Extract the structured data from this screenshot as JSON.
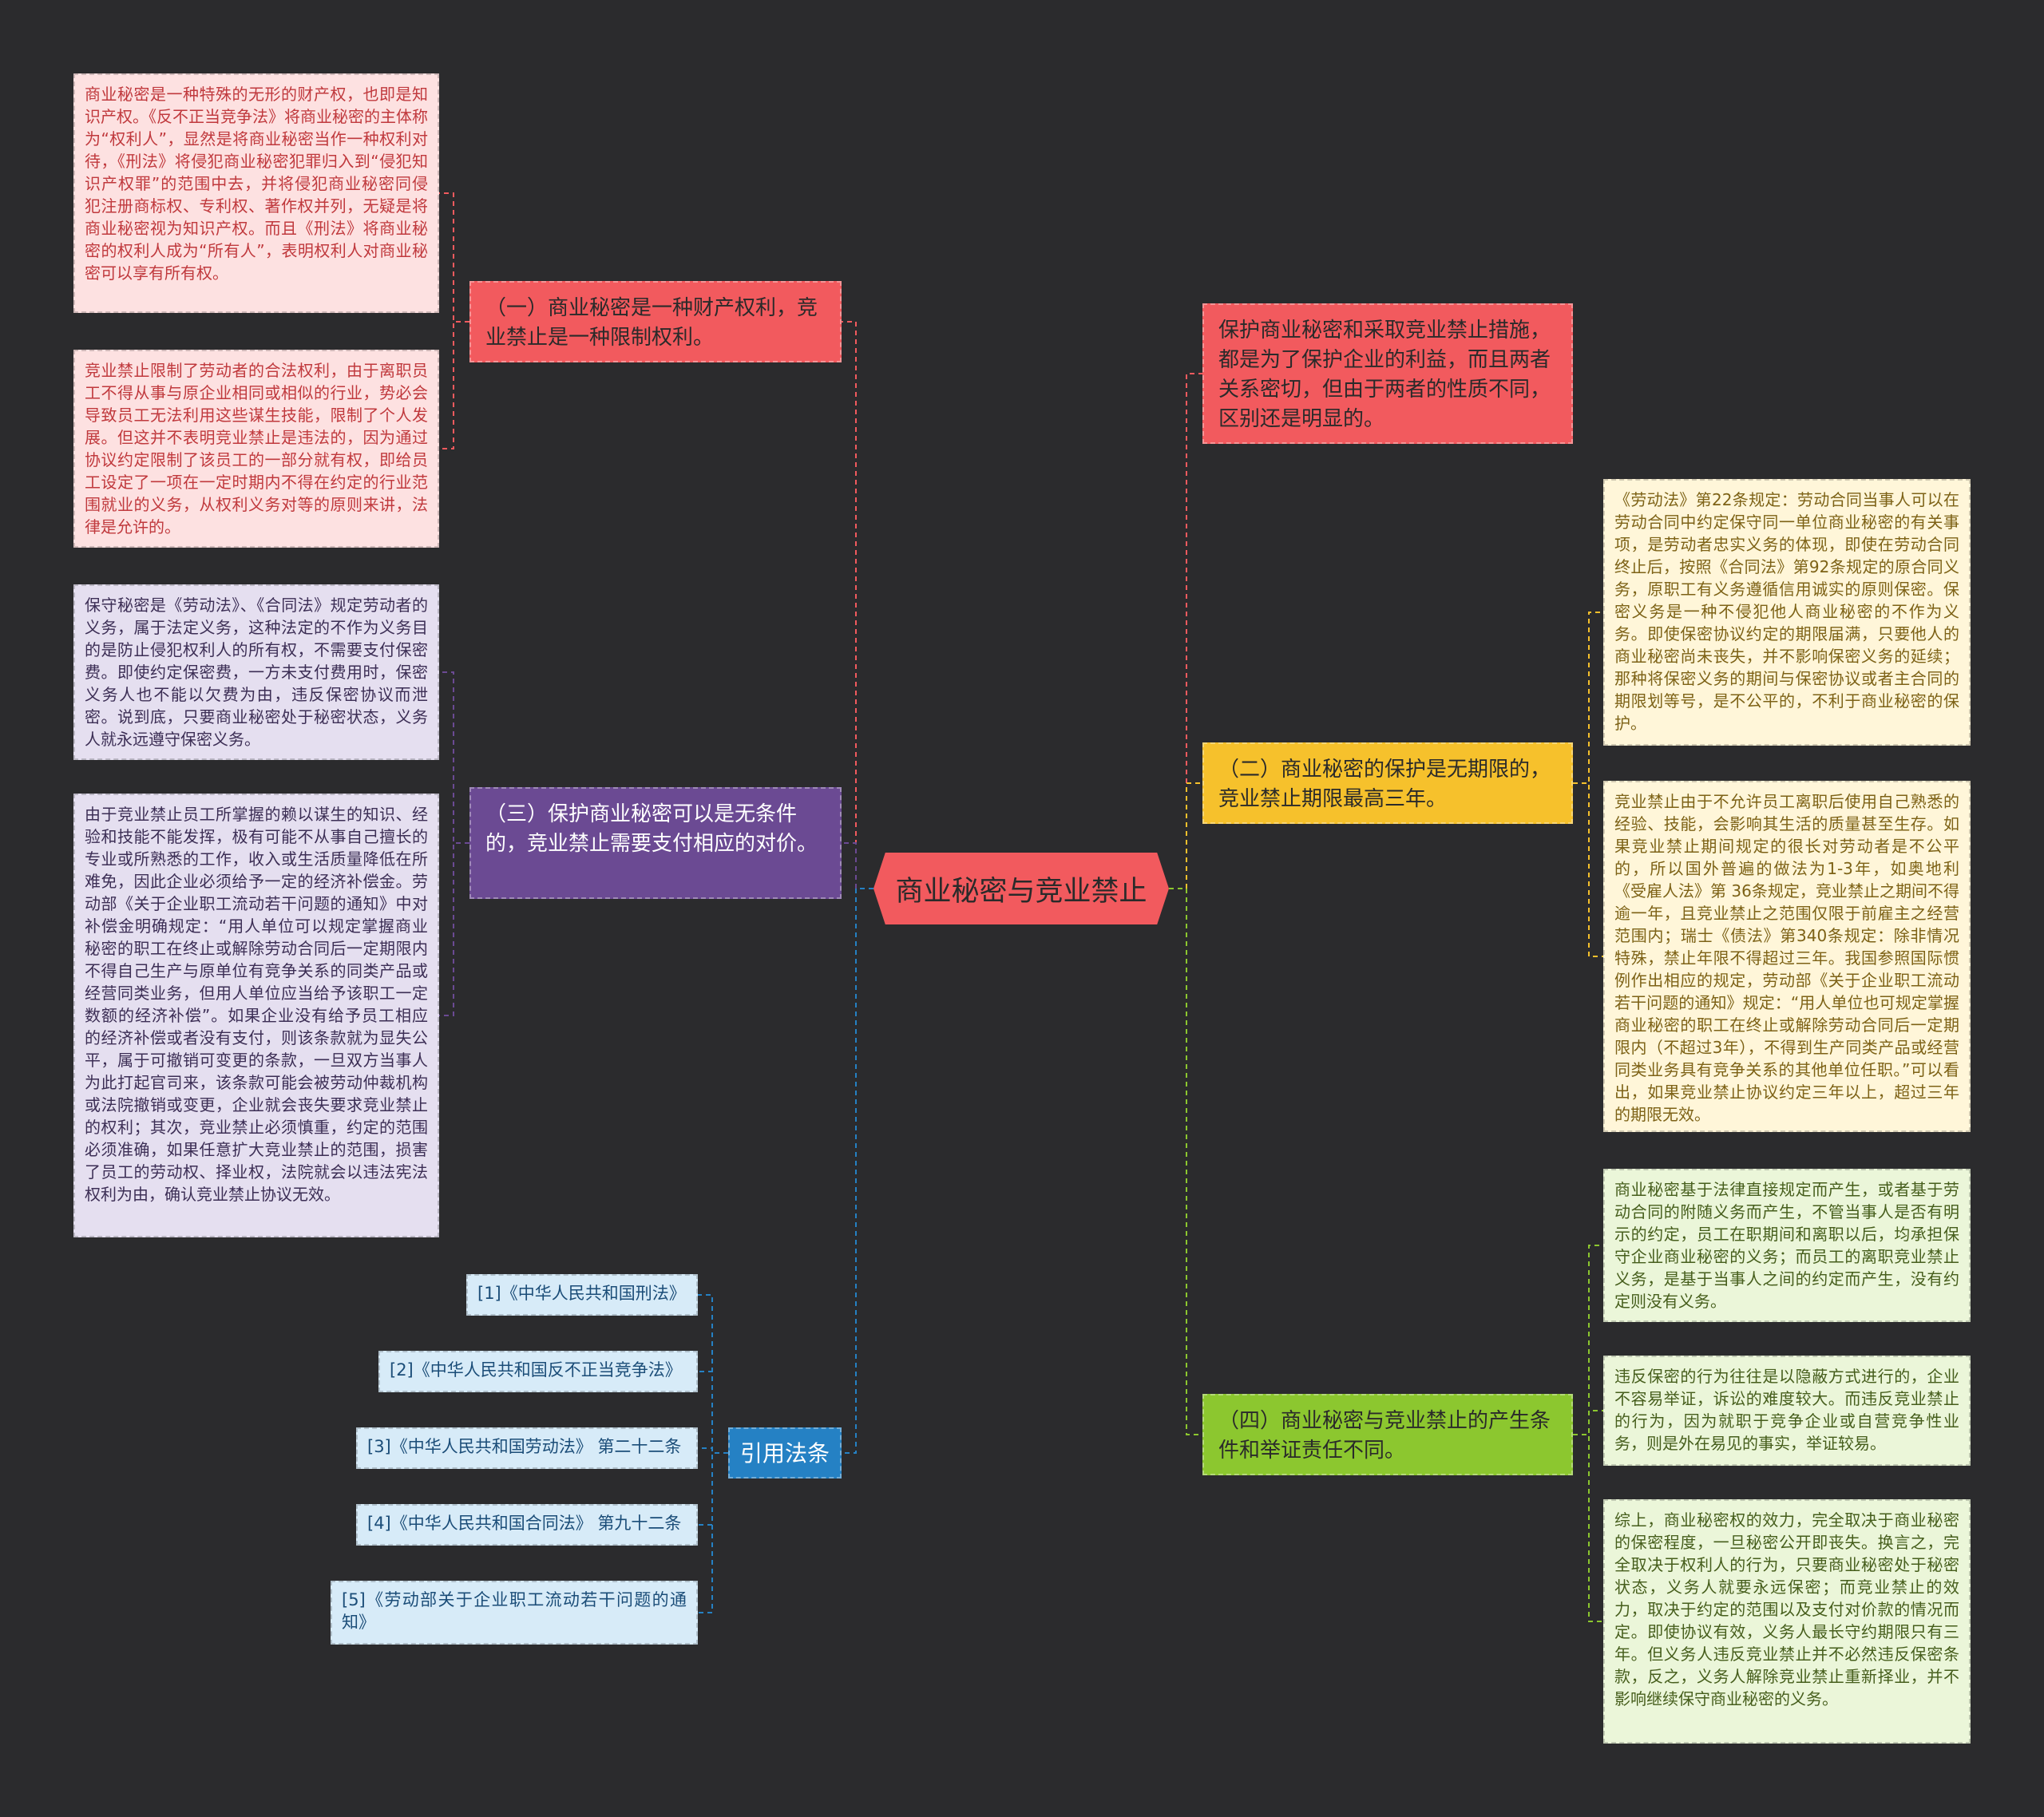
{
  "root": {
    "title": "商业秘密与竞业禁止"
  },
  "branches": {
    "b1": {
      "text": "（一）商业秘密是一种财产权利，竞业禁止是一种限制权利。"
    },
    "b2": {
      "text": "保护商业秘密和采取竞业禁止措施，都是为了保护企业的利益，而且两者关系密切，但由于两者的性质不同，区别还是明显的。"
    },
    "b3": {
      "text": "（二）商业秘密的保护是无期限的，竞业禁止期限最高三年。"
    },
    "b4": {
      "text": "（三）保护商业秘密可以是无条件的，竞业禁止需要支付相应的对价。"
    },
    "b5": {
      "text": "（四）商业秘密与竞业禁止的产生条件和举证责任不同。"
    },
    "b6": {
      "text": "引用法条"
    }
  },
  "leaves": {
    "l1": {
      "text": "商业秘密是一种特殊的无形的财产权，也即是知识产权。《反不正当竞争法》将商业秘密的主体称为“权利人”，显然是将商业秘密当作一种权利对待，《刑法》将侵犯商业秘密犯罪归入到“侵犯知识产权罪”的范围中去，并将侵犯商业秘密同侵犯注册商标权、专利权、著作权并列，无疑是将商业秘密视为知识产权。而且《刑法》将商业秘密的权利人成为“所有人”，表明权利人对商业秘密可以享有所有权。"
    },
    "l2": {
      "text": "竞业禁止限制了劳动者的合法权利，由于离职员工不得从事与原企业相同或相似的行业，势必会导致员工无法利用这些谋生技能，限制了个人发展。但这并不表明竞业禁止是违法的，因为通过协议约定限制了该员工的一部分就有权，即给员工设定了一项在一定时期内不得在约定的行业范围就业的义务，从权利义务对等的原则来讲，法律是允许的。"
    },
    "l3": {
      "text": "保守秘密是《劳动法》、《合同法》规定劳动者的义务，属于法定义务，这种法定的不作为义务目的是防止侵犯权利人的所有权，不需要支付保密费。即使约定保密费，一方未支付费用时，保密义务人也不能以欠费为由，违反保密协议而泄密。说到底，只要商业秘密处于秘密状态，义务人就永远遵守保密义务。"
    },
    "l4": {
      "text": "由于竞业禁止员工所掌握的赖以谋生的知识、经验和技能不能发挥，极有可能不从事自己擅长的专业或所熟悉的工作，收入或生活质量降低在所难免，因此企业必须给予一定的经济补偿金。劳动部《关于企业职工流动若干问题的通知》中对补偿金明确规定：“用人单位可以规定掌握商业秘密的职工在终止或解除劳动合同后一定期限内不得自己生产与原单位有竞争关系的同类产品或经营同类业务，但用人单位应当给予该职工一定数额的经济补偿”。如果企业没有给予员工相应的经济补偿或者没有支付，则该条款就为显失公平，属于可撤销可变更的条款，一旦双方当事人为此打起官司来，该条款可能会被劳动仲裁机构或法院撤销或变更，企业就会丧失要求竞业禁止的权利；其次，竞业禁止必须慎重，约定的范围必须准确，如果任意扩大竞业禁止的范围，损害了员工的劳动权、择业权，法院就会以违法宪法权利为由，确认竞业禁止协议无效。"
    },
    "l5": {
      "text": "《劳动法》第22条规定：劳动合同当事人可以在劳动合同中约定保守同一单位商业秘密的有关事项，是劳动者忠实义务的体现，即使在劳动合同终止后，按照《合同法》第92条规定的原合同义务，原职工有义务遵循信用诚实的原则保密。保密义务是一种不侵犯他人商业秘密的不作为义务。即使保密协议约定的期限届满，只要他人的商业秘密尚未丧失，并不影响保密义务的延续；那种将保密义务的期间与保密协议或者主合同的期限划等号，是不公平的，不利于商业秘密的保护。"
    },
    "l6": {
      "text": "竞业禁止由于不允许员工离职后使用自己熟悉的经验、技能，会影响其生活的质量甚至生存。如果竞业禁止期间规定的很长对劳动者是不公平的，所以国外普遍的做法为1-3年，如奥地利《受雇人法》第 36条规定，竞业禁止之期间不得逾一年，且竞业禁止之范围仅限于前雇主之经营范围内；瑞士《债法》第340条规定：除非情况特殊，禁止年限不得超过三年。我国参照国际惯例作出相应的规定，劳动部《关于企业职工流动若干问题的通知》规定：“用人单位也可规定掌握商业秘密的职工在终止或解除劳动合同后一定期限内（不超过3年），不得到生产同类产品或经营同类业务具有竞争关系的其他单位任职。”可以看出，如果竞业禁止协议约定三年以上，超过三年的期限无效。"
    },
    "l7": {
      "text": "商业秘密基于法律直接规定而产生，或者基于劳动合同的附随义务而产生，不管当事人是否有明示的约定，员工在职期间和离职以后，均承担保守企业商业秘密的义务；而员工的离职竞业禁止义务，是基于当事人之间的约定而产生，没有约定则没有义务。"
    },
    "l8": {
      "text": "违反保密的行为往往是以隐蔽方式进行的，企业不容易举证，诉讼的难度较大。而违反竞业禁止的行为，因为就职于竞争企业或自营竞争性业务，则是外在易见的事实，举证较易。"
    },
    "l9": {
      "text": "综上，商业秘密权的效力，完全取决于商业秘密的保密程度，一旦秘密公开即丧失。换言之，完全取决于权利人的行为，只要商业秘密处于秘密状态，义务人就要永远保密；而竞业禁止的效力，取决于约定的范围以及支付对价款的情况而定。即使协议有效，义务人最长守约期限只有三年。但义务人违反竞业禁止并不必然违反保密条款，反之，义务人解除竞业禁止重新择业，并不影响继续保守商业秘密的义务。"
    },
    "r1": {
      "text": "[1]《中华人民共和国刑法》"
    },
    "r2": {
      "text": "[2]《中华人民共和国反不正当竞争法》"
    },
    "r3": {
      "text": "[3]《中华人民共和国劳动法》 第二十二条"
    },
    "r4": {
      "text": "[4]《中华人民共和国合同法》 第九十二条"
    },
    "r5": {
      "text": "[5]《劳动部关于企业职工流动若干问题的通知》"
    }
  },
  "colors": {
    "background": "#2b2b2d",
    "red": "#f25a5e",
    "purple": "#6b4a93",
    "yellow": "#f6c12c",
    "green": "#8cc72f",
    "blue": "#2581c4"
  }
}
